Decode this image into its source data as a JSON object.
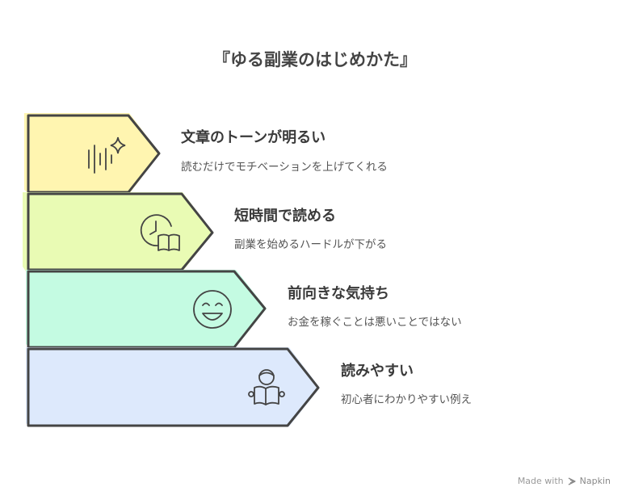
{
  "title": "『ゆる副業のはじめかた』",
  "items": [
    {
      "title": "文章のトーンが明るい",
      "description": "読むだけでモチベーションを上げてくれる",
      "icon": "sound-sparkle-icon",
      "color": "#fff5b0"
    },
    {
      "title": "短時間で読める",
      "description": "副業を始めるハードルが下がる",
      "icon": "clock-book-icon",
      "color": "#e9fbb4"
    },
    {
      "title": "前向きな気持ち",
      "description": "お金を稼ぐことは悪いことではない",
      "icon": "smiley-face-icon",
      "color": "#c4fbe2"
    },
    {
      "title": "読みやすい",
      "description": "初心者にわかりやすい例え",
      "icon": "person-reading-icon",
      "color": "#dde9fc"
    }
  ],
  "watermark": {
    "prefix": "Made with",
    "brand": "Napkin"
  }
}
